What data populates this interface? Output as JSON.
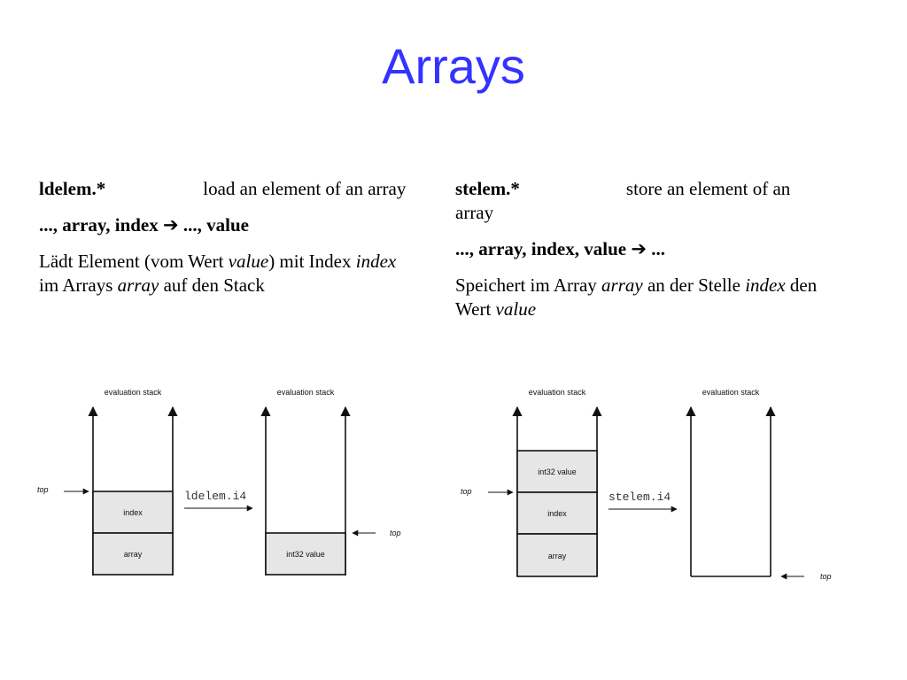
{
  "title": "Arrays",
  "left": {
    "cmd": "ldelem.*",
    "desc": "load an element of an array",
    "signature": "..., array, index",
    "arrow": "➔",
    "result": "..., value",
    "text_a": "Lädt Element (vom Wert ",
    "em_a": "value",
    "text_b": ") mit Index ",
    "em_b": "index",
    "text_c": " im Arrays ",
    "em_c": "array",
    "text_d": " auf den Stack"
  },
  "right": {
    "cmd": "stelem.*",
    "desc": "store an element of an array",
    "signature": "..., array, index, value",
    "arrow": "➔",
    "result": "...",
    "text_a": "Speichert im Array ",
    "em_a": "array",
    "text_b": " an der Stelle ",
    "em_b": "index",
    "text_c": " den Wert ",
    "em_c": "value"
  },
  "diagram": {
    "stack_label": "evaluation stack",
    "top_label": "top",
    "ldelem": {
      "op": "ldelem.i4",
      "before": [
        "index",
        "array"
      ],
      "after": [
        "int32 value"
      ]
    },
    "stelem": {
      "op": "stelem.i4",
      "before": [
        "int32 value",
        "index",
        "array"
      ],
      "after": []
    },
    "colors": {
      "cell_fill": "#e6e6e6",
      "stroke": "#111111",
      "title": "#3333ff"
    }
  }
}
